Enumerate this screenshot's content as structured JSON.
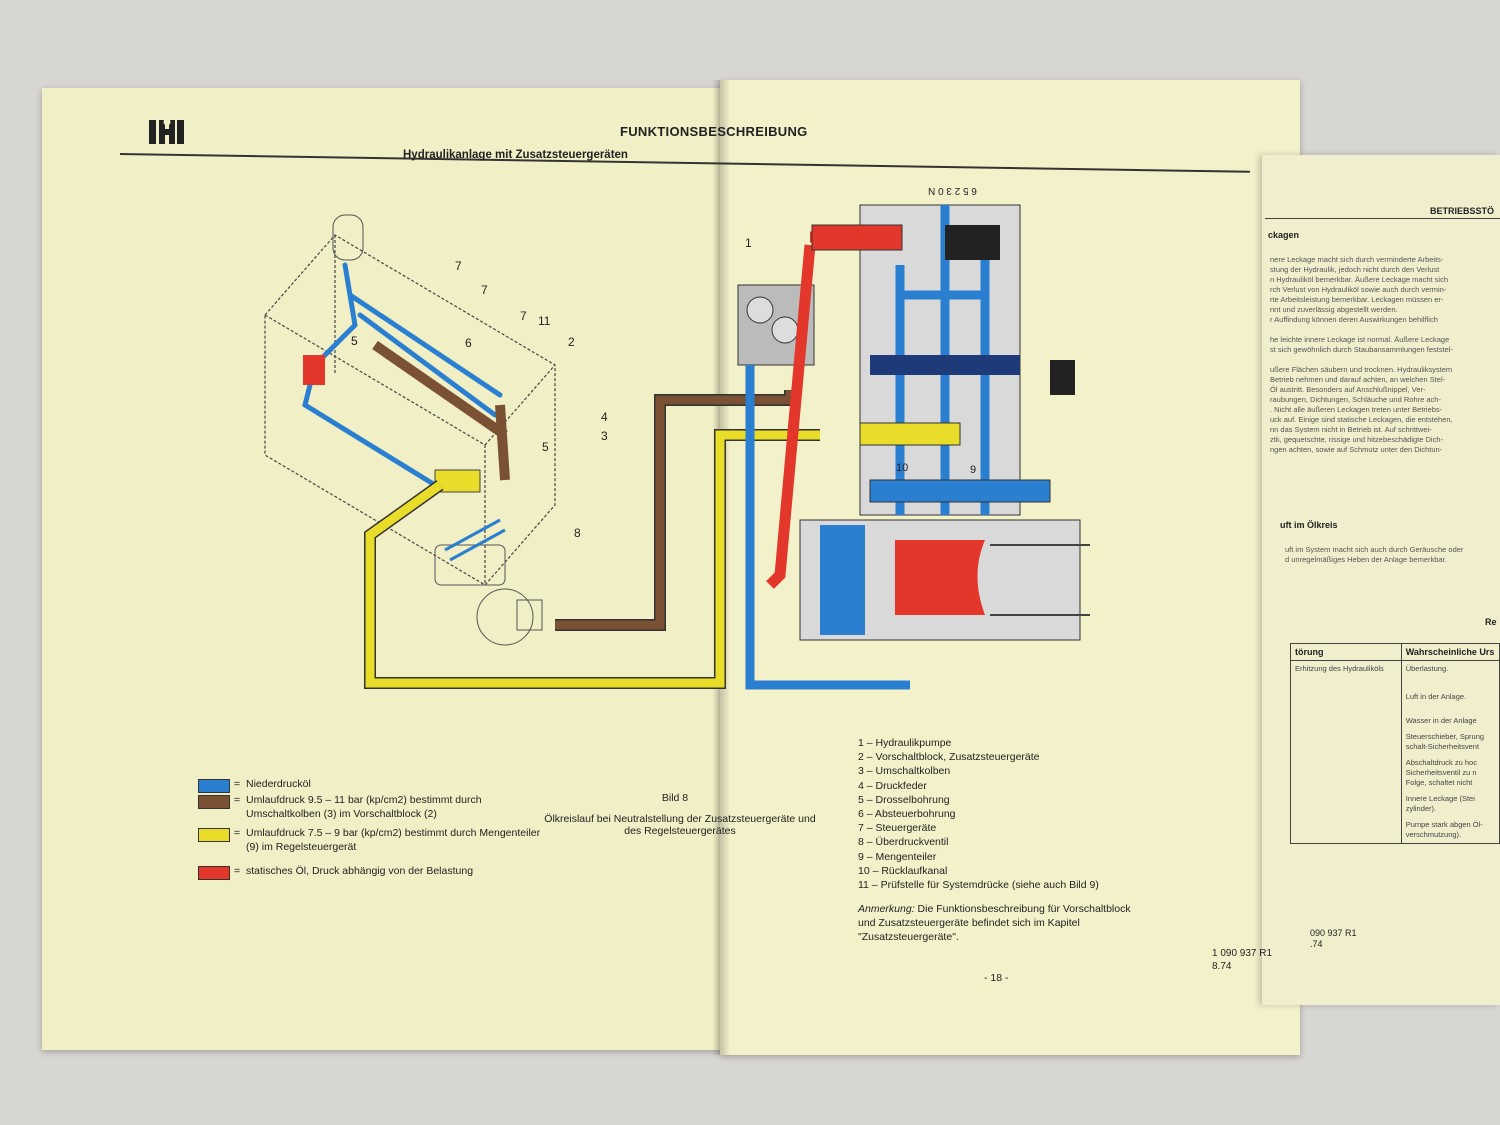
{
  "header": {
    "title": "FUNKTIONSBESCHREIBUNG",
    "subtitle": "Hydraulikanlage mit Zusatzsteuergeräten",
    "handwritten_code": "6 5 2 3 0 N"
  },
  "diagram": {
    "callouts_left": [
      "7",
      "7",
      "7",
      "11",
      "2",
      "6",
      "5",
      "4",
      "3",
      "5",
      "8"
    ],
    "callouts_right": [
      "1",
      "10",
      "9"
    ]
  },
  "legend": {
    "eq": "=",
    "items": [
      {
        "color": "#2b7fd0",
        "text": "Niederdrucköl"
      },
      {
        "color": "#7a5233",
        "text": "Umlaufdruck 9.5 – 11 bar (kp/cm2) bestimmt durch Umschaltkolben (3) im Vorschaltblock (2)"
      },
      {
        "color": "#e9dd2a",
        "text": "Umlaufdruck 7.5 – 9 bar (kp/cm2) bestimmt durch Mengenteiler (9) im Regelsteuergerät"
      },
      {
        "color": "#e2372a",
        "text": "statisches Öl, Druck abhängig von der Belastung"
      }
    ]
  },
  "figure": {
    "label": "Bild 8",
    "caption": "Ölkreislauf bei Neutralstellung der Zusatzsteuergeräte und des Regelsteuergerätes"
  },
  "parts": [
    "1 – Hydraulikpumpe",
    "2 – Vorschaltblock, Zusatzsteuergeräte",
    "3 – Umschaltkolben",
    "4 – Druckfeder",
    "5 – Drosselbohrung",
    "6 – Absteuerbohrung",
    "7 – Steuergeräte",
    "8 – Überdruckventil",
    "9 – Mengenteiler",
    "10 – Rücklaufkanal",
    "11 – Prüfstelle für Systemdrücke (siehe auch Bild 9)"
  ],
  "note": {
    "label": "Anmerkung:",
    "text": "Die Funktionsbeschreibung für Vorschaltblock und Zusatzsteuergeräte befindet sich im Kapitel \"Zusatzsteuergeräte\"."
  },
  "footer": {
    "page_number": "- 18 -",
    "doc_id": "1 090 937 R1",
    "doc_date": "8.74"
  },
  "next_page": {
    "header": "BETRIEBSSTÖ",
    "section1": "ckagen",
    "section1_lines": [
      "nere Leckage macht sich durch verminderte Arbeits-",
      "stung der Hydraulik, jedoch nicht durch den Verlust",
      "n Hydrauliköl bemerkbar. Äußere Leckage macht sich",
      "rch Verlust von Hydrauliköl sowie auch durch vermin-",
      "rte Arbeitsleistung bemerkbar. Leckagen müssen er-",
      "nnt und zuverlässig abgestellt werden.",
      "r Auffindung können deren Auswirkungen behilflich",
      "",
      "he leichte innere Leckage ist normal. Äußere Leckage",
      "st sich gewöhnlich durch Staubansammlungen feststel-",
      "",
      "ußere Flächen säubern und trocknen. Hydrauliksystem",
      "Betrieb nehmen und darauf achten, an welchen Stel-",
      "Öl austritt. Besonders auf Anschlußnippel, Ver-",
      "raubungen, Dichtungen, Schläuche und Rohre ach-",
      ". Nicht alle äußeren Leckagen treten unter Betriebs-",
      "uck auf. Einige sind statische Leckagen, die entstehen,",
      "nn das System nicht in Betrieb ist. Auf schrittwei-",
      "ztk, gequetschte, rissige und hitzebeschädigte Dich-",
      "ngen achten, sowie auf Schmutz unter den Dichtun-"
    ],
    "section2": "uft im Ölkreis",
    "section2_lines": [
      "uft im System macht sich auch durch Geräusche oder",
      "d unregelmäßiges Heben der Anlage bemerkbar."
    ],
    "table_label": "Re",
    "col1": "törung",
    "col2": "Wahrscheinliche Urs",
    "row_cause": "Erhitzung des Hydrauliköls",
    "reasons": [
      "Überlastung.",
      "Luft in der Anlage.",
      "Wasser in der Anlage",
      "Steuerschieber, Sprung schalt-Sicherheitsvent",
      "Abschaltdruck zu hoc Sicherheitsventil zu n Folge, schaltet nicht",
      "Innere Leckage (Stei zylinder).",
      "Pumpe stark abgen Öl-verschmutzung)."
    ],
    "doc_id": "090 937 R1",
    "doc_date": ".74"
  }
}
